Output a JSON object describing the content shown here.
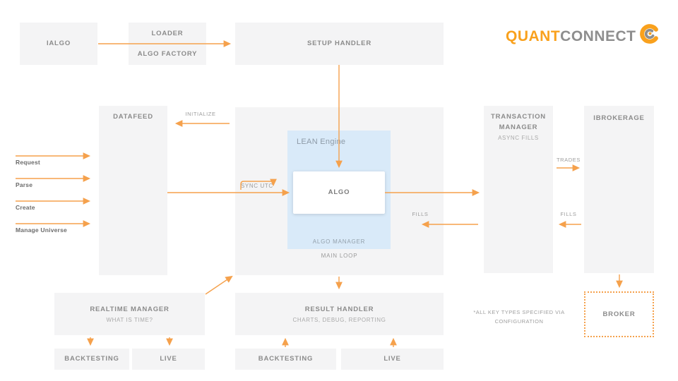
{
  "logo": {
    "quant": "QUANT",
    "connect": "CONNECT"
  },
  "boxes": {
    "ialgo": {
      "title": "IALGO"
    },
    "loader": {
      "line1": "LOADER",
      "line2": "ALGO FACTORY"
    },
    "setup_handler": {
      "title": "SETUP HANDLER"
    },
    "datafeed": {
      "title": "DATAFEED"
    },
    "lean_engine": {
      "label": "LEAN Engine",
      "algo": "ALGO",
      "algo_manager": "ALGO MANAGER",
      "main_loop": "MAIN LOOP"
    },
    "transaction_manager": {
      "title": "TRANSACTION MANAGER",
      "subtitle": "ASYNC FILLS"
    },
    "ibrokerage": {
      "title": "IBROKERAGE"
    },
    "realtime_manager": {
      "title": "REALTIME MANAGER",
      "subtitle": "WHAT IS TIME?"
    },
    "result_handler": {
      "title": "RESULT HANDLER",
      "subtitle": "CHARTS, DEBUG, REPORTING"
    },
    "backtesting_left": {
      "title": "BACKTESTING"
    },
    "live_left": {
      "title": "LIVE"
    },
    "backtesting_center": {
      "title": "BACKTESTING"
    },
    "live_center": {
      "title": "LIVE"
    },
    "broker": {
      "title": "BROKER"
    }
  },
  "labels": {
    "initialize": "INITIALIZE",
    "sync_utc": "SYNC UTC",
    "request": "Request",
    "parse": "Parse",
    "create": "Create",
    "manage_universe": "Manage Universe",
    "trades": "TRADES",
    "fills_inner": "FILLS",
    "fills_outer": "FILLS"
  },
  "note": {
    "line1": "*ALL KEY TYPES SPECIFIED VIA",
    "line2": "CONFIGURATION"
  },
  "colors": {
    "arrow_orange": "#f5a14c",
    "logo_orange": "#f9a11d",
    "logo_gray": "#8e8e8e",
    "box_gray": "#f4f4f5",
    "lean_blue": "#d9eaf9",
    "title_gray": "#8b8b8b"
  }
}
